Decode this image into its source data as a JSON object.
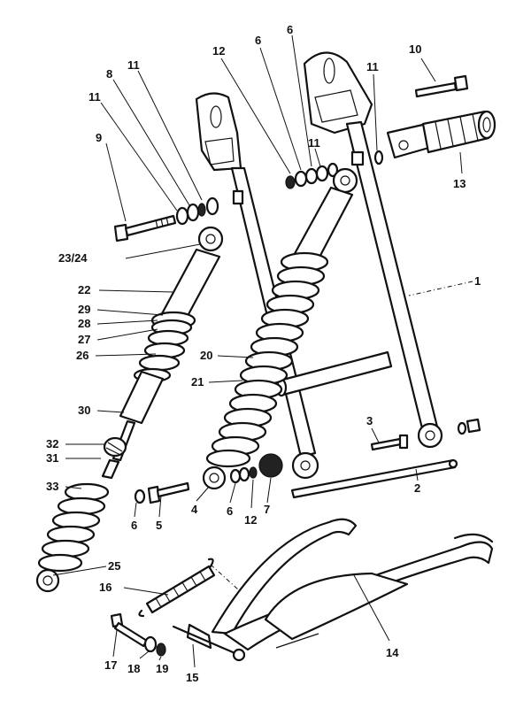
{
  "callouts": {
    "c1": "1",
    "c2": "2",
    "c3": "3",
    "c4": "4",
    "c5": "5",
    "c6a": "6",
    "c6b": "6",
    "c6c": "6",
    "c6d": "6",
    "c7": "7",
    "c8": "8",
    "c9": "9",
    "c10": "10",
    "c11a": "11",
    "c11b": "11",
    "c11c": "11",
    "c11d": "11",
    "c12a": "12",
    "c12b": "12",
    "c13": "13",
    "c14": "14",
    "c15": "15",
    "c16": "16",
    "c17": "17",
    "c18": "18",
    "c19": "19",
    "c20": "20",
    "c21": "21",
    "c22": "22",
    "c2324": "23/24",
    "c25": "25",
    "c26": "26",
    "c27": "27",
    "c28": "28",
    "c29": "29",
    "c30": "30",
    "c31": "31",
    "c32": "32",
    "c33": "33"
  }
}
